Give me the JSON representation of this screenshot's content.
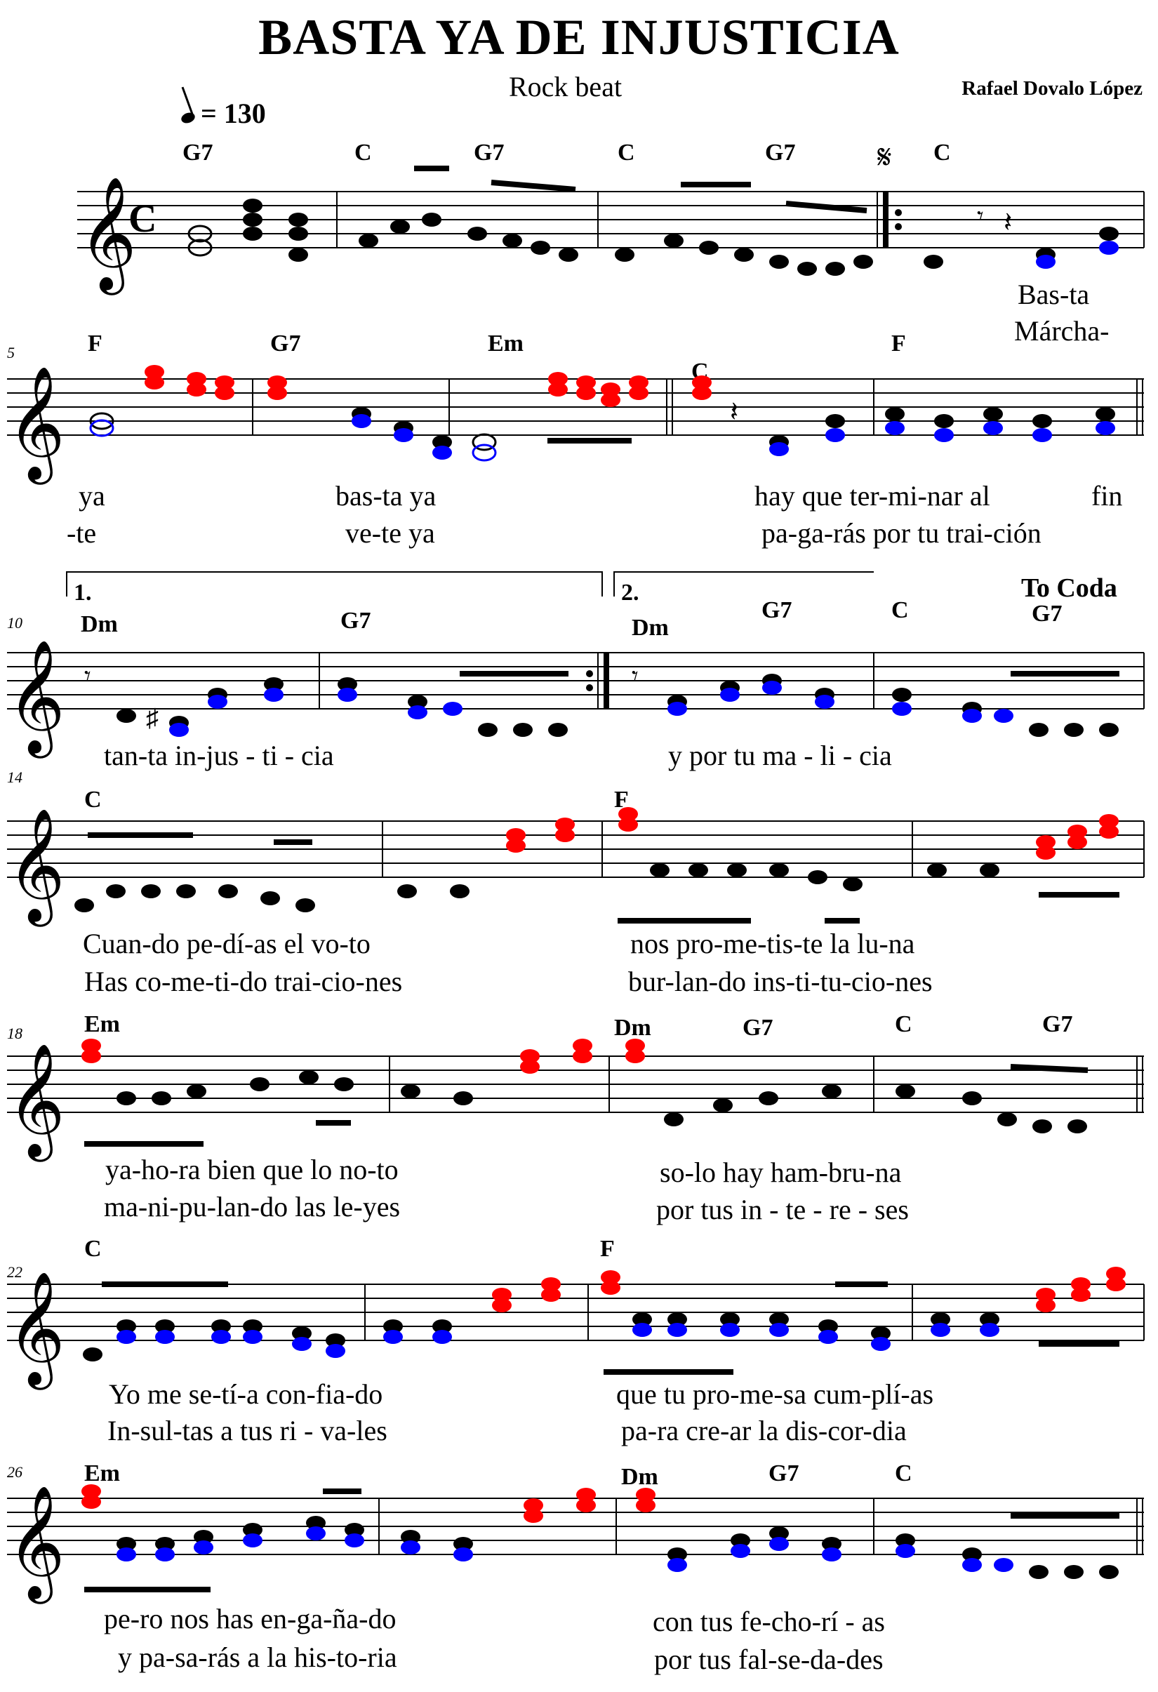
{
  "title": "BASTA YA DE INJUSTICIA",
  "subtitle": "Rock beat",
  "composer": "Rafael Dovalo López",
  "tempo": "= 130",
  "time_signature": "C",
  "colors": {
    "upper_harmony": "#ff0000",
    "lower_harmony": "#0000ff",
    "melody": "#000000"
  },
  "systems": [
    {
      "measure_number": "",
      "chords": [
        "G7",
        "C",
        "G7",
        "C",
        "G7",
        "C"
      ],
      "segno": "𝄋",
      "lyrics": [
        [
          "Bas-ta"
        ],
        [
          "Márcha-"
        ]
      ]
    },
    {
      "measure_number": "5",
      "chords": [
        "F",
        "G7",
        "Em",
        "C",
        "F"
      ],
      "lyrics": [
        [
          "ya",
          "bas-ta ya",
          "hay que ter-mi-nar al",
          "fin"
        ],
        [
          "-te",
          "ve-te ya",
          "pa-ga-rás por tu trai-ción"
        ]
      ]
    },
    {
      "measure_number": "10",
      "chords": [
        "Dm",
        "G7",
        "Dm",
        "G7",
        "C",
        "G7"
      ],
      "volta1": "1.",
      "volta2": "2.",
      "to_coda": "To Coda",
      "lyrics": [
        [
          "tan-ta in-jus - ti - cia",
          "y por tu ma - li - cia"
        ]
      ]
    },
    {
      "measure_number": "14",
      "chords": [
        "C",
        "F"
      ],
      "lyrics": [
        [
          "Cuan-do pe-dí-as el vo-to",
          "nos pro-me-tis-te la lu-na"
        ],
        [
          "Has co-me-ti-do trai-cio-nes",
          "bur-lan-do ins-ti-tu-cio-nes"
        ]
      ]
    },
    {
      "measure_number": "18",
      "chords": [
        "Em",
        "Dm",
        "G7",
        "C",
        "G7"
      ],
      "lyrics": [
        [
          "ya-ho-ra bien que lo no-to",
          "so-lo hay ham-bru-na"
        ],
        [
          "ma-ni-pu-lan-do las le-yes",
          "por tus in - te - re - ses"
        ]
      ]
    },
    {
      "measure_number": "22",
      "chords": [
        "C",
        "F"
      ],
      "lyrics": [
        [
          "Yo me se-tí-a con-fia-do",
          "que tu pro-me-sa cum-plí-as"
        ],
        [
          "In-sul-tas a tus ri - va-les",
          "pa-ra cre-ar la dis-cor-dia"
        ]
      ]
    },
    {
      "measure_number": "26",
      "chords": [
        "Em",
        "Dm",
        "G7",
        "C"
      ],
      "lyrics": [
        [
          "pe-ro nos has en-ga-ña-do",
          "con tus fe-cho-rí - as"
        ],
        [
          "y pa-sa-rás a la his-to-ria",
          "por tus fal-se-da-des"
        ]
      ]
    }
  ]
}
